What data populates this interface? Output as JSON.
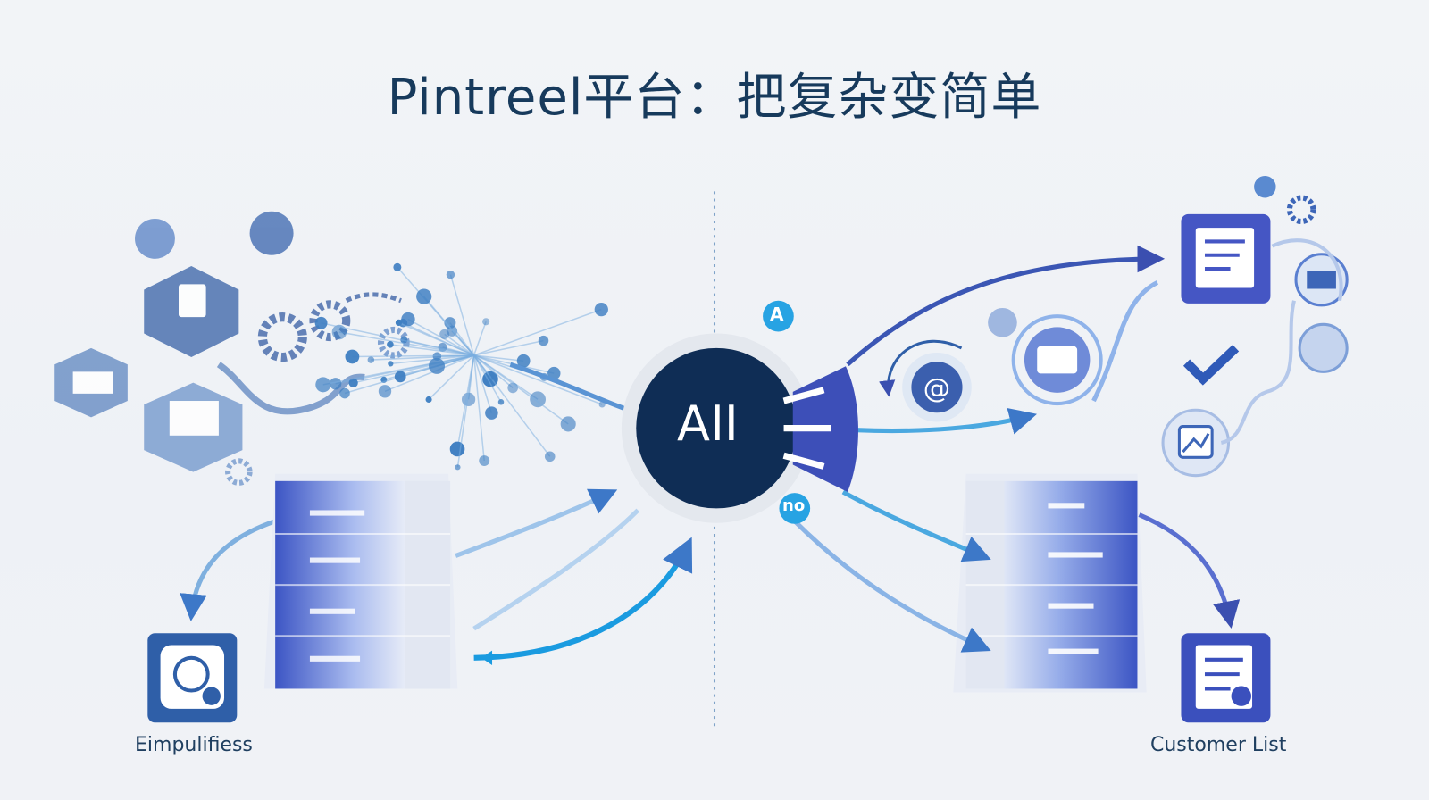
{
  "title": "Pintreel平台：把复杂变简单",
  "center_hub": {
    "label": "AII"
  },
  "badges": {
    "top": "A",
    "bottom": "no"
  },
  "left_output": {
    "label": "Eimpulifiess"
  },
  "right_output": {
    "label": "Customer List"
  },
  "colors": {
    "title": "#173a5c",
    "hub": "#0f2d55",
    "accent": "#3d4fb8",
    "light_blue": "#4aa8e0"
  }
}
